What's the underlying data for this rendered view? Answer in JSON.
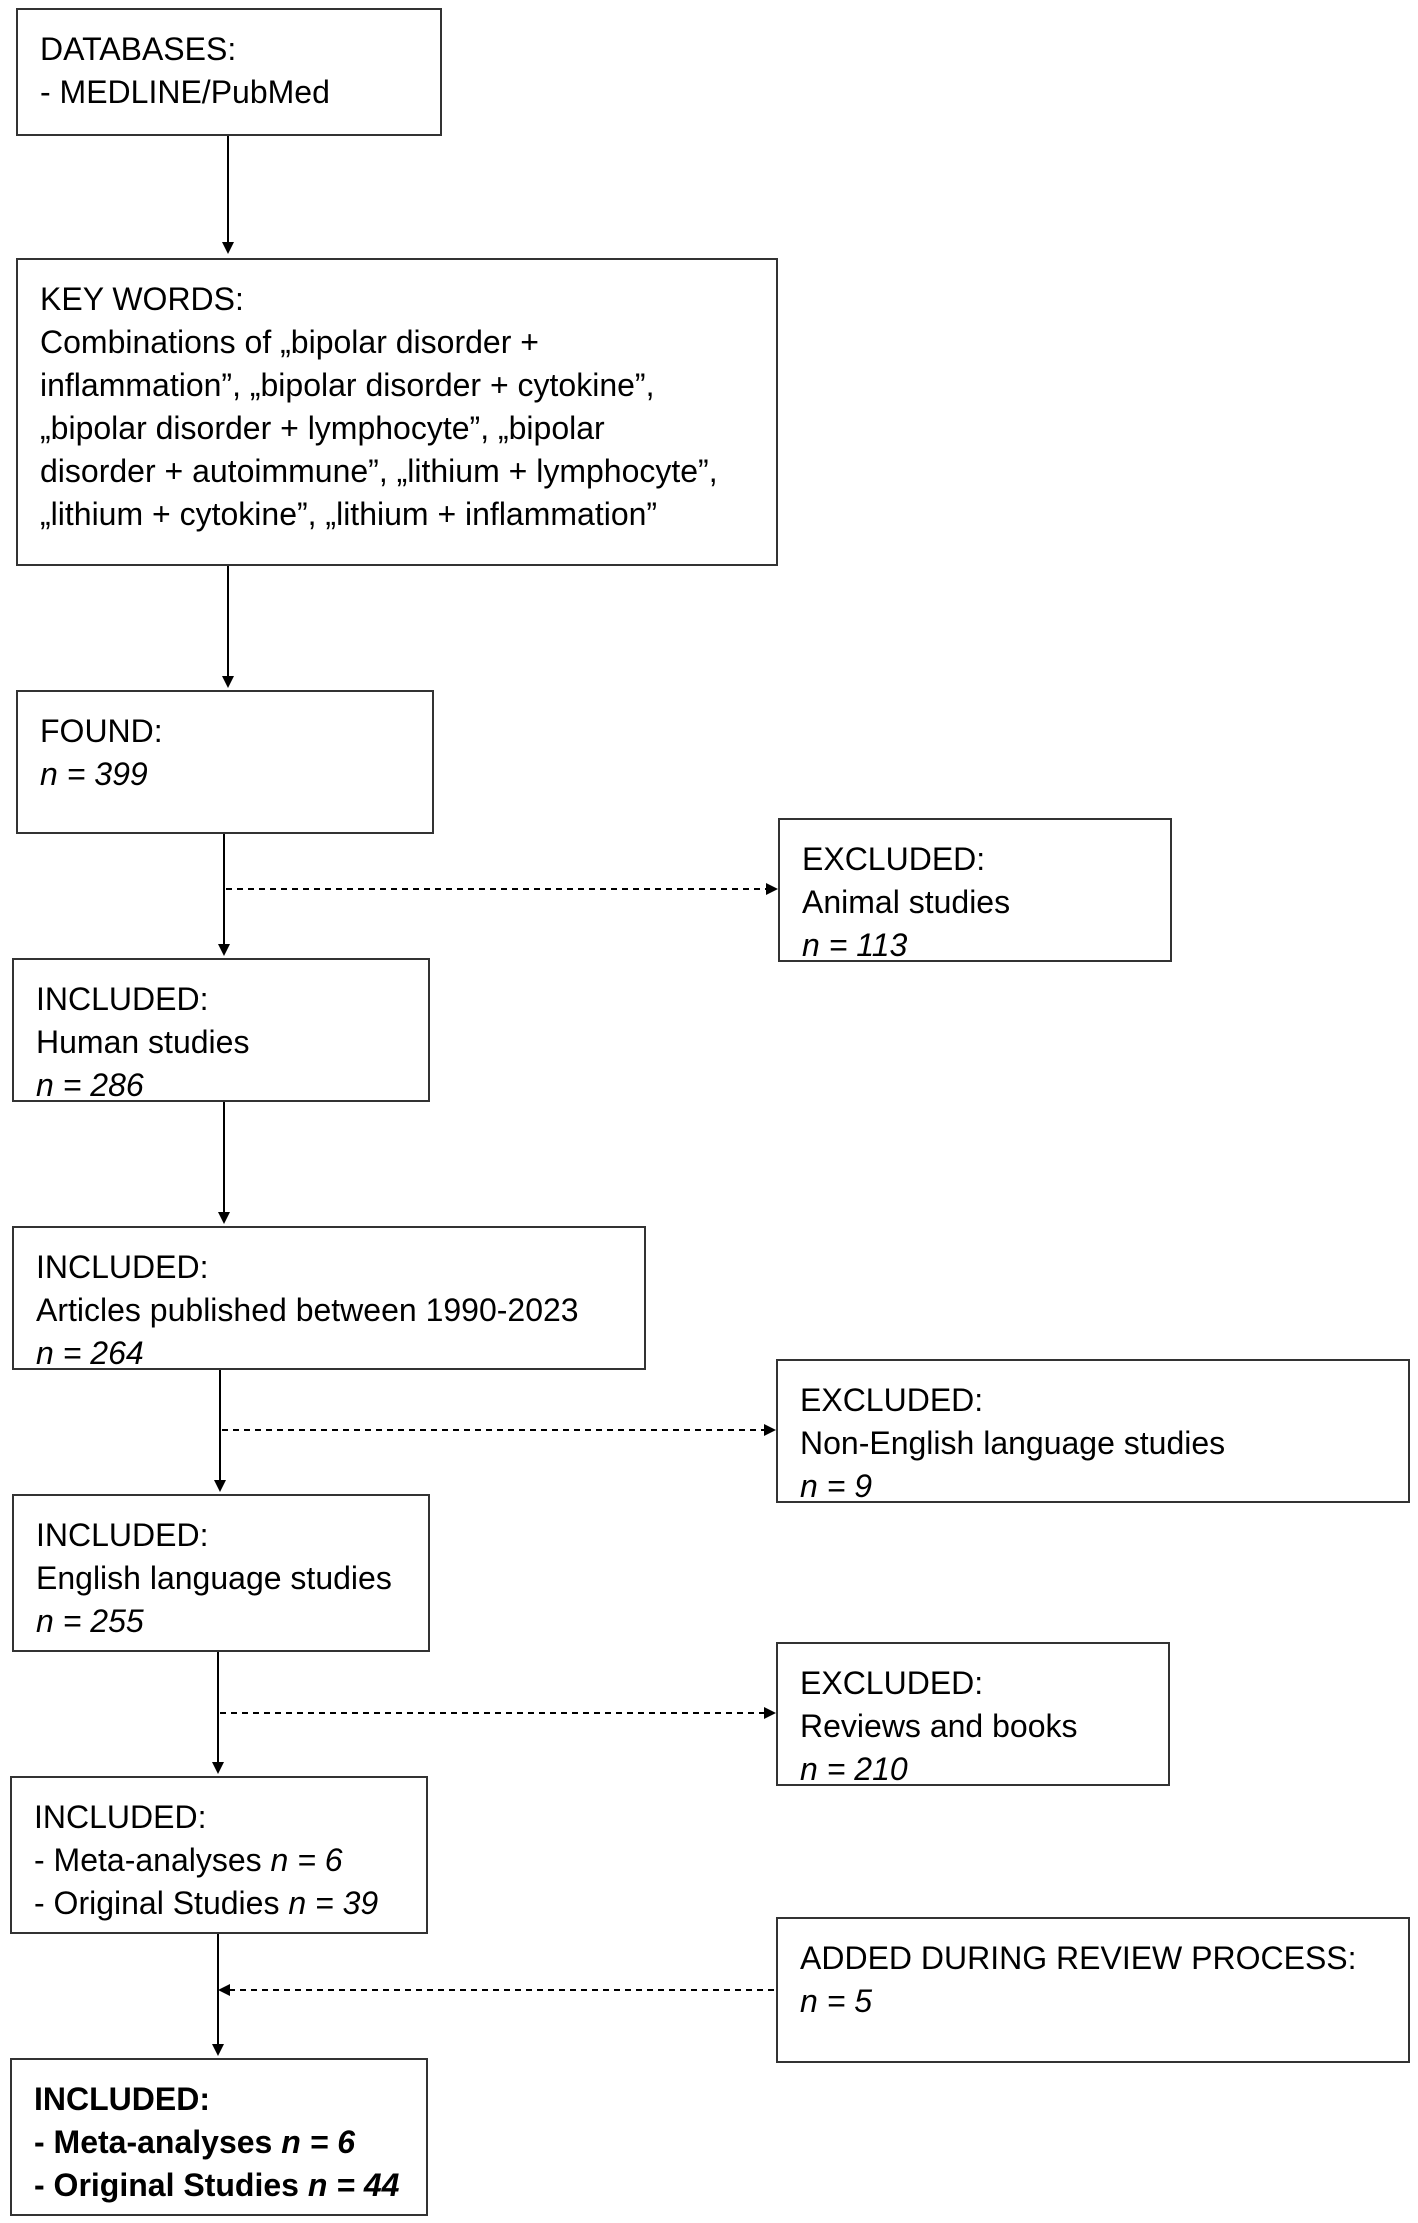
{
  "databases": {
    "heading": "DATABASES:",
    "item": "- MEDLINE/PubMed"
  },
  "keywords": {
    "heading": "KEY WORDS:",
    "lines": [
      "Combinations of „bipolar disorder +",
      "inflammation”, „bipolar disorder + cytokine”,",
      "„bipolar disorder + lymphocyte”, „bipolar",
      "disorder + autoimmune”, „lithium + lymphocyte”,",
      "„lithium + cytokine”, „lithium + inflammation”"
    ]
  },
  "found": {
    "heading": "FOUND:",
    "n": "n = 399"
  },
  "excluded_animal": {
    "heading": "EXCLUDED:",
    "label": "Animal studies",
    "n": "n = 113"
  },
  "included_human": {
    "heading": "INCLUDED:",
    "label": "Human studies",
    "n": "n = 286"
  },
  "included_years": {
    "heading": "INCLUDED:",
    "label": "Articles published between 1990-2023",
    "n": "n = 264"
  },
  "excluded_language": {
    "heading": "EXCLUDED:",
    "label": "Non-English language studies",
    "n": "n = 9"
  },
  "included_english": {
    "heading": "INCLUDED:",
    "label": "English language studies",
    "n": "n = 255"
  },
  "excluded_reviews": {
    "heading": "EXCLUDED:",
    "label": "Reviews and books",
    "n": "n = 210"
  },
  "included_types": {
    "heading": "INCLUDED:",
    "meta_label": "- Meta-analyses ",
    "meta_n": "n = 6",
    "orig_label": "- Original Studies ",
    "orig_n": "n = 39"
  },
  "added": {
    "heading": "ADDED DURING REVIEW PROCESS:",
    "n": "n = 5"
  },
  "included_final": {
    "heading": "INCLUDED:",
    "meta_label": "- Meta-analyses ",
    "meta_n": "n = 6",
    "orig_label": "- Original Studies ",
    "orig_n": "n = 44"
  }
}
